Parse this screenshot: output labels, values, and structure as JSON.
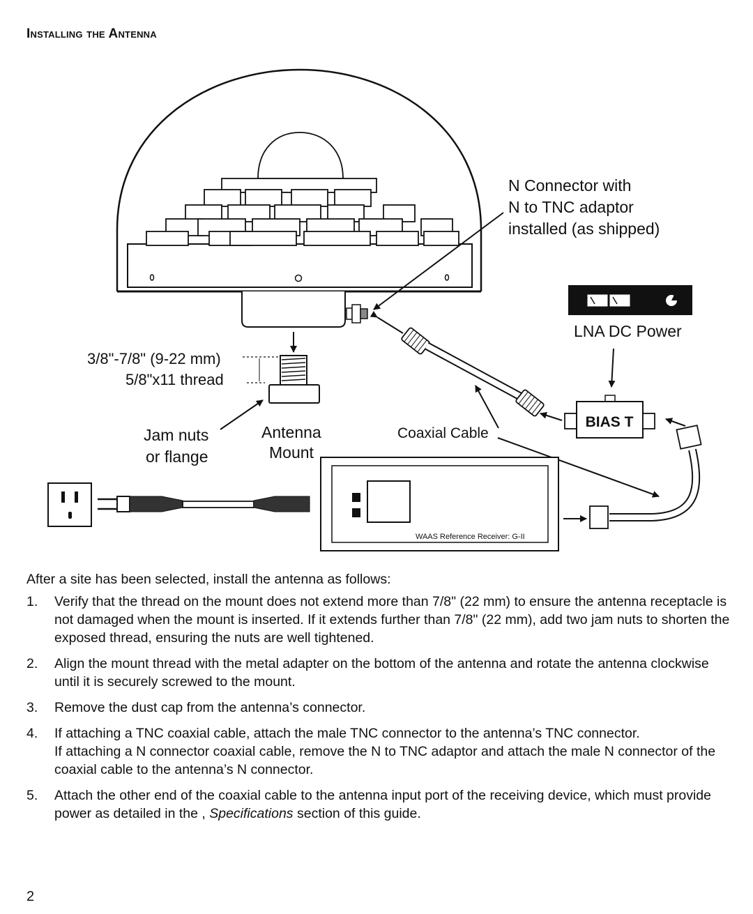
{
  "heading": "Installing the Antenna",
  "figure": {
    "callout_n_connector": [
      "N Connector with",
      "N to TNC adaptor",
      "installed (as shipped)"
    ],
    "label_lna_dc_power": "LNA DC Power",
    "label_thread_range": "3/8\"-7/8\" (9-22 mm)",
    "label_thread_spec": "5/8\"x11 thread",
    "label_jam_nuts": [
      "Jam nuts",
      "or flange"
    ],
    "label_antenna_mount": [
      "Antenna",
      "Mount"
    ],
    "label_coaxial_cable": "Coaxial Cable",
    "label_bias_t": "BIAS T",
    "label_receiver": "WAAS Reference Receiver: G-II"
  },
  "intro": "After a site has been selected, install the antenna as follows:",
  "steps": [
    {
      "num": "1.",
      "lines": [
        "Verify that the thread on the mount does not extend more than 7/8\" (22 mm) to ensure the antenna receptacle is not damaged when the mount is inserted. If it extends further than 7/8\" (22 mm), add two jam nuts to shorten the exposed thread, ensuring the nuts are well tightened."
      ]
    },
    {
      "num": "2.",
      "lines": [
        "Align the mount thread with the metal adapter on the bottom of the antenna and rotate the antenna clockwise until it is securely screwed to the mount."
      ]
    },
    {
      "num": "3.",
      "lines": [
        "Remove the dust cap from the antenna’s connector."
      ]
    },
    {
      "num": "4.",
      "lines": [
        "If attaching a TNC coaxial cable, attach the male TNC connector to the antenna’s TNC connector.",
        "If attaching a N connector coaxial cable, remove the N to TNC adaptor and attach the male N connector of the coaxial cable to the antenna’s N connector."
      ]
    },
    {
      "num": "5.",
      "lines_rich": {
        "before": "Attach the other end of the coaxial cable to the antenna input port of the receiving device, which must provide power as detailed in the , ",
        "emph": "Specifications",
        "after": " section of this guide."
      }
    }
  ],
  "page_number": "2"
}
